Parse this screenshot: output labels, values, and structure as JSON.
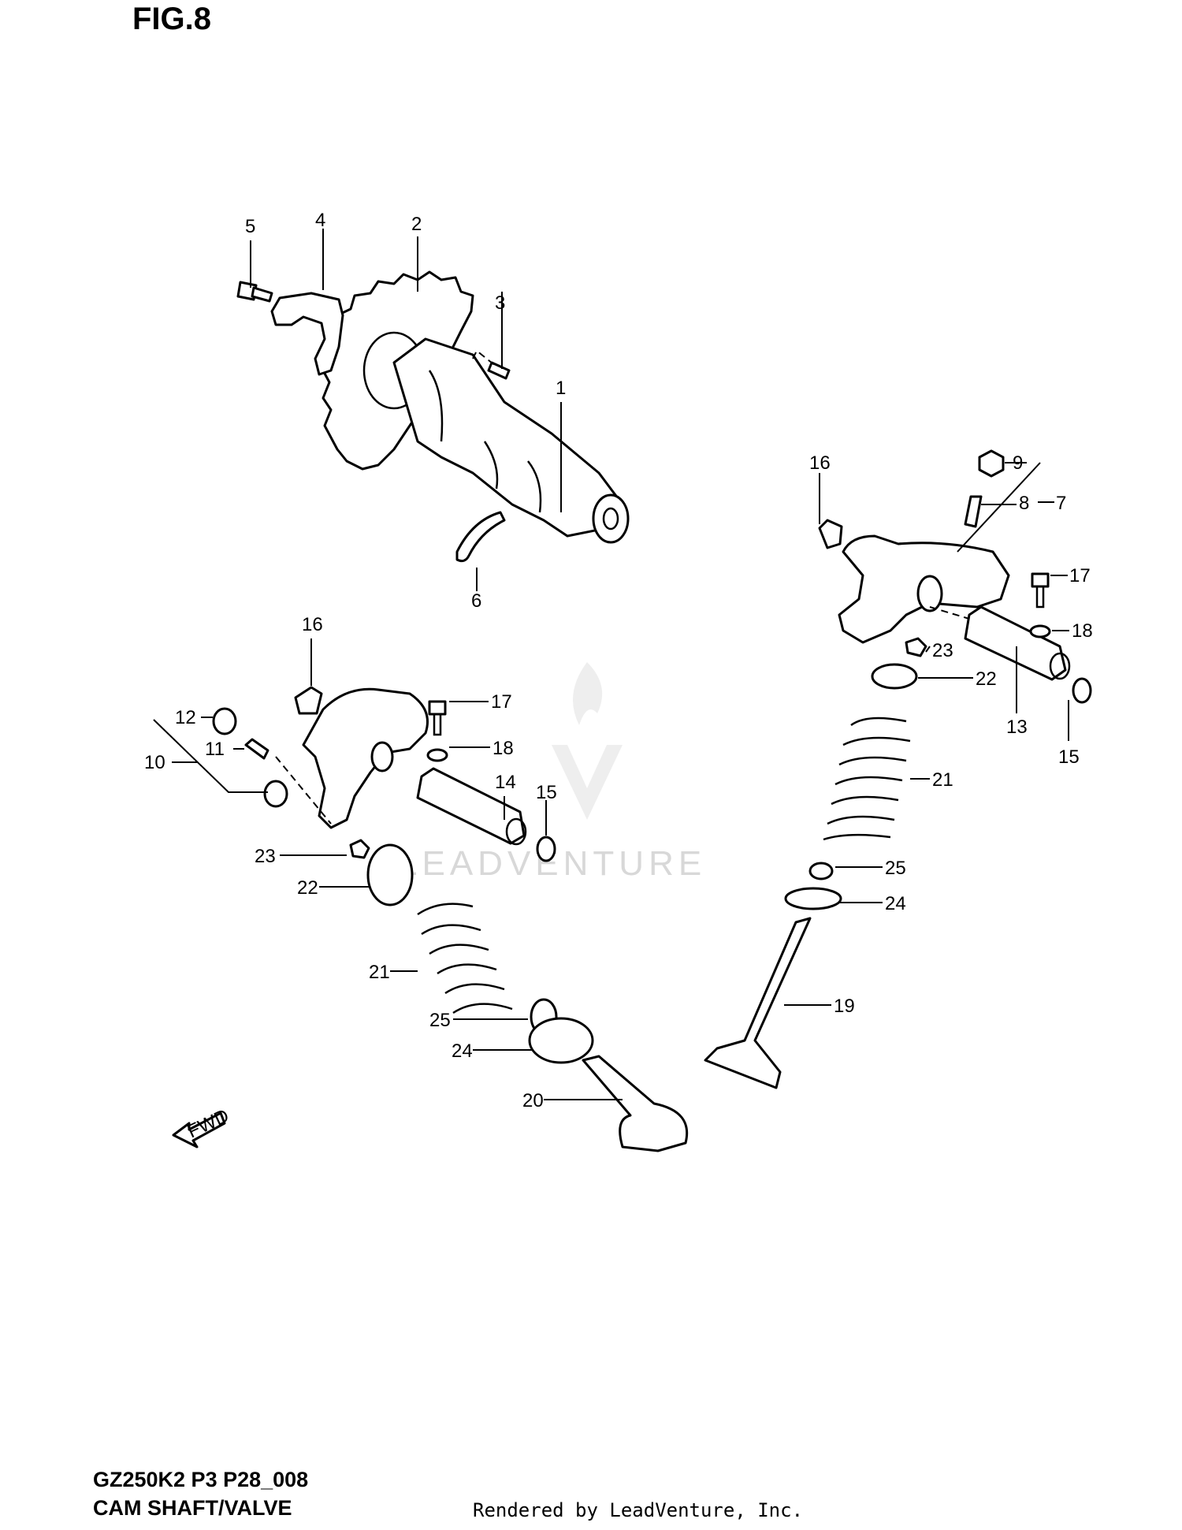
{
  "figure": {
    "title": "FIG.8"
  },
  "footer": {
    "model": "GZ250K2 P3 P28_008",
    "name": "CAM SHAFT/VALVE",
    "credit": "Rendered by LeadVenture, Inc."
  },
  "watermark": "LEADVENTURE",
  "arrow_label": "FWD",
  "callouts": {
    "c1": "1",
    "c2": "2",
    "c3": "3",
    "c4": "4",
    "c5": "5",
    "c6": "6",
    "c7": "7",
    "c8": "8",
    "c9": "9",
    "c10": "10",
    "c11": "11",
    "c12": "12",
    "c13": "13",
    "c14": "14",
    "c15a": "15",
    "c15b": "15",
    "c16a": "16",
    "c16b": "16",
    "c17a": "17",
    "c17b": "17",
    "c18a": "18",
    "c18b": "18",
    "c19": "19",
    "c20": "20",
    "c21a": "21",
    "c21b": "21",
    "c22a": "22",
    "c22b": "22",
    "c23a": "23",
    "c23b": "23",
    "c24a": "24",
    "c24b": "24",
    "c25a": "25",
    "c25b": "25"
  }
}
